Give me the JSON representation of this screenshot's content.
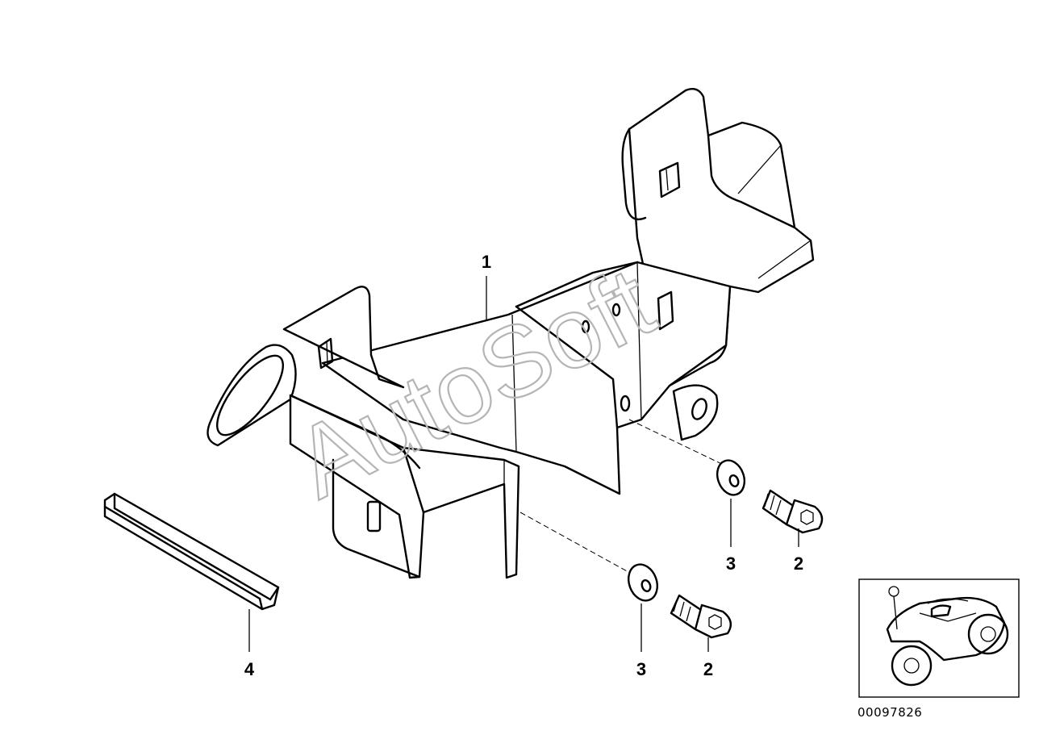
{
  "watermark": "AutoSoft",
  "callouts": {
    "bracket": "1",
    "screw_upper": "2",
    "washer_upper": "3",
    "screw_lower": "2",
    "washer_lower": "3",
    "edge_strip": "4"
  },
  "document_number": "00097826",
  "icons": {
    "thumbnail": "motorcycle-silhouette-icon"
  }
}
